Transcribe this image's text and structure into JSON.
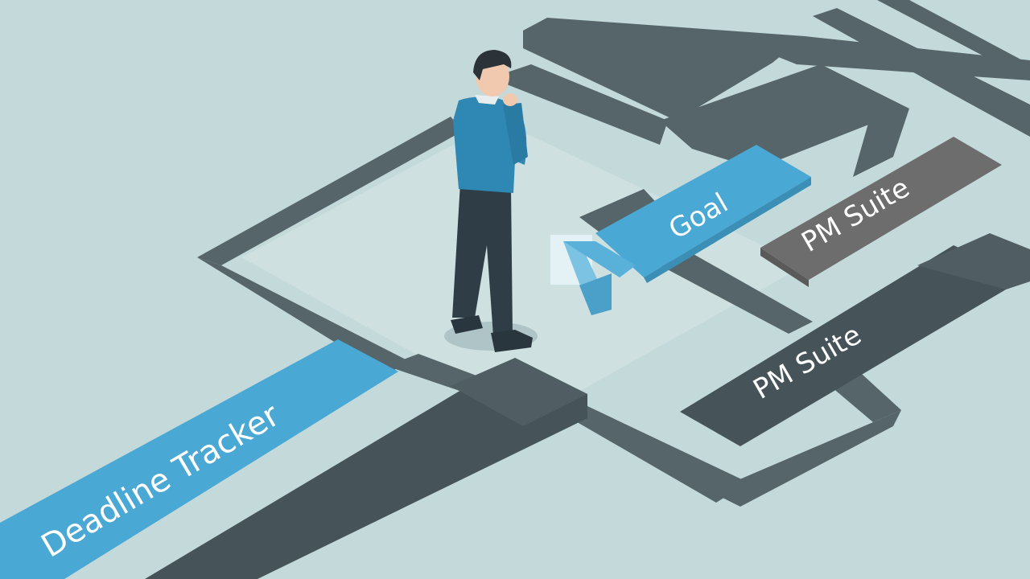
{
  "labels": {
    "deadline_tracker": "Deadline Tracker",
    "goal": "Goal",
    "pm_suite_upper": "PM Suite",
    "pm_suite_lower": "PM Suite"
  },
  "colors": {
    "floor": "#c4d9da",
    "floor_light": "#d2e2e3",
    "maze_wall": "#56656a",
    "maze_wall_dark": "#46545a",
    "accent_blue": "#4aa8d4",
    "gray_block": "#6d6d6e",
    "shirt": "#2f88b4",
    "pants": "#2f3d46"
  },
  "icons": {
    "figure": "thinking-person-figure",
    "goal_sign": "goal-arrow-sign"
  }
}
